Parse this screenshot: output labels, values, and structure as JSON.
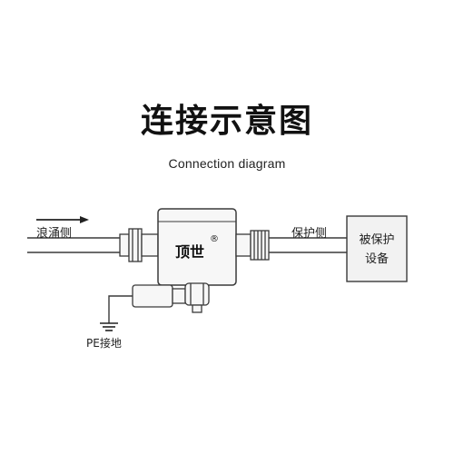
{
  "title": "连接示意图",
  "subtitle": "Connection diagram",
  "labels": {
    "surge_side": "浪涌侧",
    "protected_side": "保护侧",
    "pe_ground": "PE接地"
  },
  "protected_device": {
    "line1": "被保护",
    "line2": "设备"
  },
  "device": {
    "brand": "顶世",
    "registered_mark": "®"
  },
  "colors": {
    "line": "#3a3a3a",
    "body_fill": "#f7f7f7",
    "device_box_fill": "#f2f2f2"
  }
}
